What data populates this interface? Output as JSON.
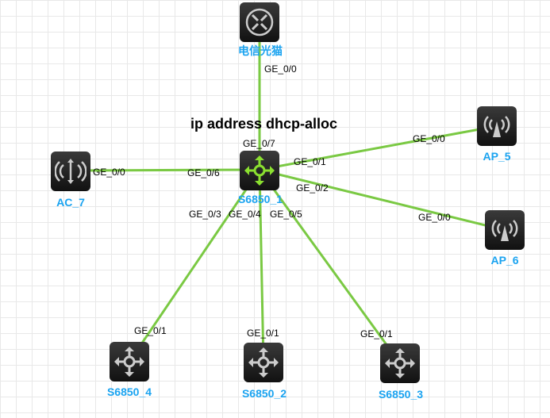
{
  "title": "ip address dhcp-alloc",
  "nodes": {
    "router": {
      "label": "电信光猫"
    },
    "core": {
      "label": "S6850_1"
    },
    "ac7": {
      "label": "AC_7"
    },
    "ap5": {
      "label": "AP_5"
    },
    "ap6": {
      "label": "AP_6"
    },
    "s4": {
      "label": "S6850_4"
    },
    "s2": {
      "label": "S6850_2"
    },
    "s3": {
      "label": "S6850_3"
    }
  },
  "ports": {
    "router_ge00": "GE_0/0",
    "core_ge07": "GE_0/7",
    "core_ge06": "GE_0/6",
    "ac7_ge00": "GE_0/0",
    "core_ge01": "GE_0/1",
    "ap5_ge00": "GE_0/0",
    "core_ge02": "GE_0/2",
    "ap6_ge00": "GE_0/0",
    "core_ge03": "GE_0/3",
    "core_ge04": "GE_0/4",
    "core_ge05": "GE_0/5",
    "s4_ge01": "GE_0/1",
    "s2_ge01": "GE_0/1",
    "s3_ge01": "GE_0/1"
  },
  "colors": {
    "link": "#7ac943",
    "label": "#1aa3f0",
    "core_icon": "#8be030"
  }
}
